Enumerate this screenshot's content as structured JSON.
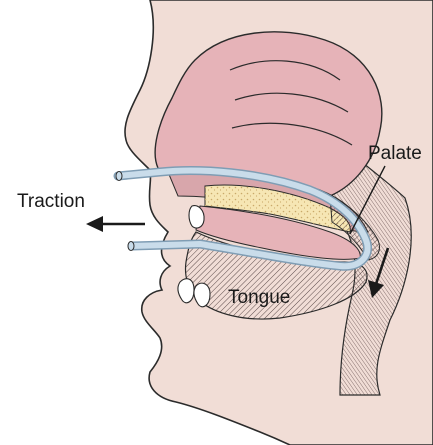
{
  "labels": {
    "palate": "Palate",
    "traction": "Traction",
    "tongue": "Tongue"
  },
  "colors": {
    "skin": "#f1ddd6",
    "outline": "#2b2b2b",
    "nasal_cavity": "#e6b3b8",
    "oral_mucosa": "#d8a6ab",
    "pharynx_hatch": "#4a3a3a",
    "bone": "#f6e6b4",
    "bone_speckle": "#c9a96a",
    "catheter": "#c9dcea",
    "catheter_edge": "#7f9db4",
    "tooth": "#ffffff"
  },
  "icons": [
    "traction-arrow-icon",
    "downward-arrow-icon"
  ]
}
